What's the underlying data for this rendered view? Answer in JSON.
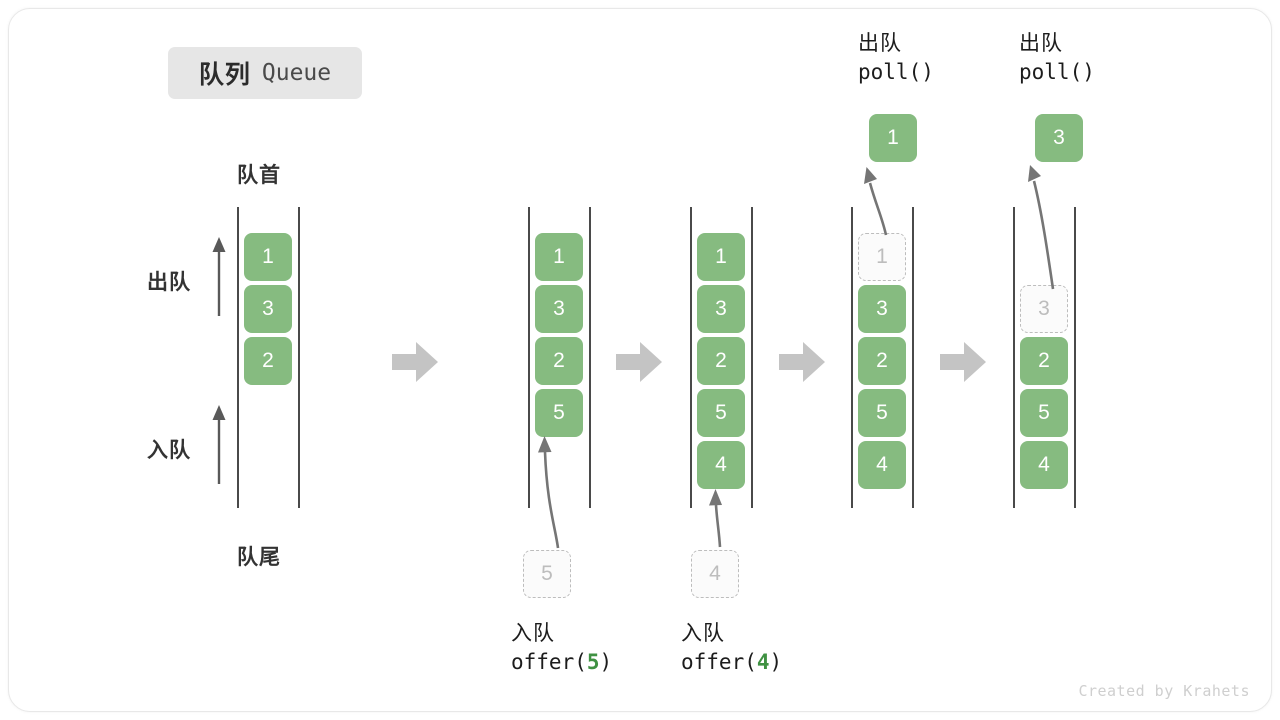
{
  "figure": {
    "title_cn": "队列",
    "title_en": "Queue",
    "credit": "Created by Krahets",
    "colors": {
      "element": "#86bb80",
      "ghost_border": "#bdbdbd",
      "rail": "#4a4a4a",
      "step_arrow": "#c4c4c4",
      "accent_text": "#3f9142",
      "badge_bg": "#e6e6e6"
    }
  },
  "annotations": {
    "head_label": "队首",
    "tail_label": "队尾",
    "dequeue_label": "出队",
    "enqueue_label": "入队"
  },
  "steps": [
    {
      "id": "initial",
      "cells": [
        {
          "value": "1",
          "state": "filled"
        },
        {
          "value": "3",
          "state": "filled"
        },
        {
          "value": "2",
          "state": "filled"
        }
      ]
    },
    {
      "id": "offer-5",
      "cells": [
        {
          "value": "1",
          "state": "filled"
        },
        {
          "value": "3",
          "state": "filled"
        },
        {
          "value": "2",
          "state": "filled"
        },
        {
          "value": "5",
          "state": "filled"
        }
      ],
      "incoming": {
        "value": "5",
        "op_cn": "入队",
        "op_code_prefix": "offer(",
        "op_code_arg": "5",
        "op_code_suffix": ")"
      }
    },
    {
      "id": "offer-4",
      "cells": [
        {
          "value": "1",
          "state": "filled"
        },
        {
          "value": "3",
          "state": "filled"
        },
        {
          "value": "2",
          "state": "filled"
        },
        {
          "value": "5",
          "state": "filled"
        },
        {
          "value": "4",
          "state": "filled"
        }
      ],
      "incoming": {
        "value": "4",
        "op_cn": "入队",
        "op_code_prefix": "offer(",
        "op_code_arg": "4",
        "op_code_suffix": ")"
      }
    },
    {
      "id": "poll-1",
      "cells": [
        {
          "value": "1",
          "state": "ghost"
        },
        {
          "value": "3",
          "state": "filled"
        },
        {
          "value": "2",
          "state": "filled"
        },
        {
          "value": "5",
          "state": "filled"
        },
        {
          "value": "4",
          "state": "filled"
        }
      ],
      "outgoing": {
        "value": "1",
        "op_cn": "出队",
        "op_code": "poll()"
      }
    },
    {
      "id": "poll-3",
      "cells": [
        {
          "value": "",
          "state": "empty"
        },
        {
          "value": "3",
          "state": "ghost"
        },
        {
          "value": "2",
          "state": "filled"
        },
        {
          "value": "5",
          "state": "filled"
        },
        {
          "value": "4",
          "state": "filled"
        }
      ],
      "outgoing": {
        "value": "3",
        "op_cn": "出队",
        "op_code": "poll()"
      }
    }
  ]
}
